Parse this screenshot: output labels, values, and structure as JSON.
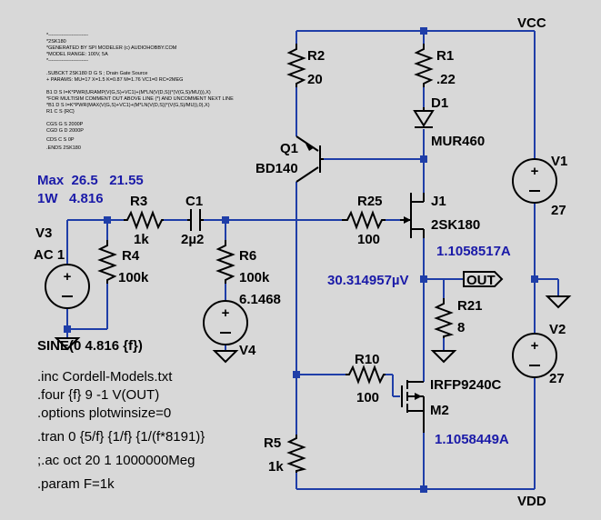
{
  "model_text": [
    "*------------------------",
    "*2SK180",
    "*GENERATED BY SPI MODELER (c) AUDIOHOBBY.COM",
    "*MODEL RANGE: 100V, 5A",
    "*------------------------",
    ".SUBCKT 2SK180 D G S ; Drain Gate Source",
    "+ PARAMS: MU=17 X=1.5 K=0.87 M=1.76 VC1=0 RC=2MEG",
    "B1 D S I=K*PWR(URAMP(V(G,S)+VC1)+(M*LN(V(D,S))*(V(G,S)/MU))),X)",
    "*FOR MULTISIM COMMENT OUT ABOVE LINE (*) AND UNCOMMENT NEXT LINE",
    "*B1 D S I=K*PWR(MAX(V(G,S)+VC1)+(M*LN(V(D,S))*(V(G,S)/MU)),0),X)",
    "R1 C S {RC}",
    "CGS G S 2000P",
    "CGD G D 2000P",
    "CDS C S 0P",
    ".ENDS 2SK180"
  ],
  "annotations": {
    "max_line": "Max  26.5   21.55",
    "w_line": "1W   4.816",
    "j1_current": "1.1058517A",
    "out_voltage": "30.314957µV",
    "m2_current": "1.1058449A"
  },
  "nets": {
    "vcc": "VCC",
    "vdd": "VDD",
    "out": "OUT"
  },
  "components": {
    "r2": {
      "name": "R2",
      "value": "20"
    },
    "r1": {
      "name": "R1",
      "value": ".22"
    },
    "d1": {
      "name": "D1",
      "value": "MUR460"
    },
    "q1": {
      "name": "Q1",
      "value": "BD140"
    },
    "v1": {
      "name": "V1",
      "value": "27"
    },
    "r3": {
      "name": "R3",
      "value": "1k"
    },
    "c1": {
      "name": "C1",
      "value": "2µ2"
    },
    "r25": {
      "name": "R25",
      "value": "100"
    },
    "j1": {
      "name": "J1",
      "value": "2SK180"
    },
    "v3": {
      "name": "V3",
      "value": "AC 1"
    },
    "r4": {
      "name": "R4",
      "value": "100k"
    },
    "r6": {
      "name": "R6",
      "value": "100k"
    },
    "v4": {
      "name": "V4",
      "value": "6.1468"
    },
    "r21": {
      "name": "R21",
      "value": "8"
    },
    "v2": {
      "name": "V2",
      "value": "27"
    },
    "r10": {
      "name": "R10",
      "value": "100"
    },
    "m2": {
      "name": "M2",
      "value": "IRFP9240C"
    },
    "r5": {
      "name": "R5",
      "value": "1k"
    }
  },
  "v3_source": "SINE(0 4.816 {f})",
  "directives": [
    ".inc Cordell-Models.txt",
    ".four {f} 9 -1 V(OUT)",
    ".options plotwinsize=0",
    ".tran 0 {5/f} {1/f} {1/(f*8191)}",
    ";.ac oct 20 1 1000000Meg",
    ".param F=1k"
  ]
}
